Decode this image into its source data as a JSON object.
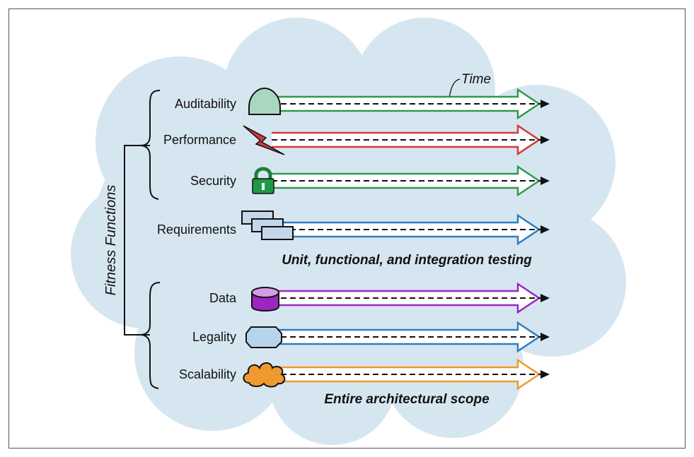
{
  "diagram": {
    "side_label": "Fitness Functions",
    "time_label": "Time",
    "rows": [
      {
        "label": "Auditability",
        "icon": "dome-icon",
        "color": "#2e9b4e"
      },
      {
        "label": "Performance",
        "icon": "lightning-icon",
        "color": "#d03a3a"
      },
      {
        "label": "Security",
        "icon": "padlock-icon",
        "color": "#2e9b4e"
      },
      {
        "label": "Requirements",
        "icon": "documents-icon",
        "color": "#2c7fc0"
      },
      {
        "label": "Data",
        "icon": "database-icon",
        "color": "#9b27c0"
      },
      {
        "label": "Legality",
        "icon": "octagon-icon",
        "color": "#2c7fc0"
      },
      {
        "label": "Scalability",
        "icon": "cloud-icon",
        "color": "#ee9a2e"
      }
    ],
    "unit_caption": "Unit, functional, and integration testing",
    "scope_caption": "Entire architectural scope",
    "background_color": "#d6e6f1"
  }
}
